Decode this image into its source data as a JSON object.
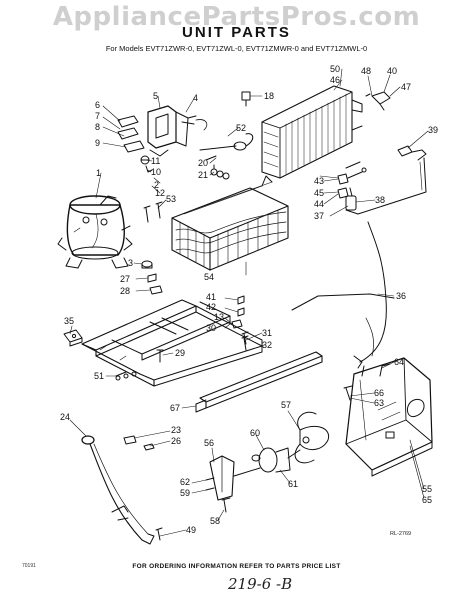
{
  "watermark": "AppliancePartsPros.com",
  "title": "UNIT PARTS",
  "subtitle": "For Models EVT71ZWR-0, EVT71ZWL-0, EVT71ZMWR-0 and EVT71ZMWL-0",
  "footer_note": "FOR ORDERING INFORMATION REFER TO PARTS PRICE LIST",
  "bottom_left_code": "70191",
  "drawing_number": "RL-2769",
  "handwritten_note": "219-6 -B",
  "colors": {
    "line": "#111111",
    "watermark": "#cfcfcf",
    "background": "#ffffff"
  },
  "callouts": {
    "c1": "1",
    "c2": "2",
    "c3": "3",
    "c4": "4",
    "c5": "5",
    "c6": "6",
    "c7": "7",
    "c8": "8",
    "c9": "9",
    "c10": "10",
    "c11": "11",
    "c12": "12",
    "c13": "13",
    "c18": "18",
    "c20": "20",
    "c21": "21",
    "c23": "23",
    "c24": "24",
    "c26": "26",
    "c27": "27",
    "c28": "28",
    "c29": "29",
    "c30": "30",
    "c31": "31",
    "c32": "32",
    "c35": "35",
    "c36": "36",
    "c37": "37",
    "c38": "38",
    "c39": "39",
    "c40": "40",
    "c41": "41",
    "c42": "42",
    "c43": "43",
    "c44": "44",
    "c45": "45",
    "c46": "46",
    "c47": "47",
    "c48": "48",
    "c49": "49",
    "c50": "50",
    "c51": "51",
    "c52": "52",
    "c53": "53",
    "c54": "54",
    "c55": "55",
    "c56": "56",
    "c57": "57",
    "c58": "58",
    "c59": "59",
    "c60": "60",
    "c61": "61",
    "c62": "62",
    "c63": "63",
    "c64": "64",
    "c65": "65",
    "c66": "66",
    "c67": "67"
  }
}
